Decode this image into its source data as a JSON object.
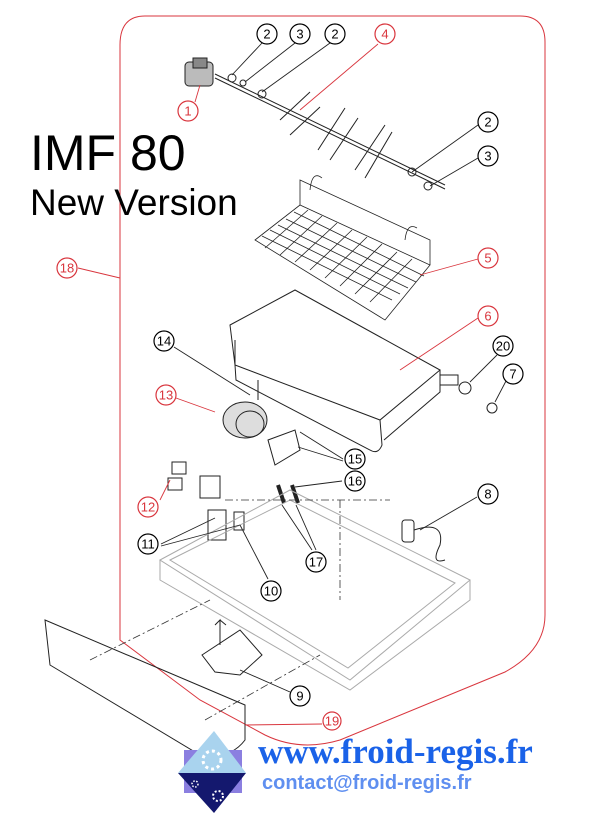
{
  "title": {
    "model": "IMF 80",
    "subtitle": "New Version"
  },
  "footer": {
    "website": "www.froid-regis.fr",
    "email": "contact@froid-regis.fr",
    "logo_icon": "snowflake-house-logo"
  },
  "colors": {
    "assembly_callout": "#d9363e",
    "part_callout": "#000000",
    "website": "#1a62e8",
    "email": "#5f8ff0"
  },
  "callouts": [
    {
      "label": "1",
      "kind": "assembly"
    },
    {
      "label": "2",
      "kind": "part"
    },
    {
      "label": "3",
      "kind": "part"
    },
    {
      "label": "2",
      "kind": "part"
    },
    {
      "label": "4",
      "kind": "assembly"
    },
    {
      "label": "2",
      "kind": "part"
    },
    {
      "label": "3",
      "kind": "part"
    },
    {
      "label": "5",
      "kind": "assembly"
    },
    {
      "label": "6",
      "kind": "assembly"
    },
    {
      "label": "20",
      "kind": "part"
    },
    {
      "label": "7",
      "kind": "part"
    },
    {
      "label": "14",
      "kind": "part"
    },
    {
      "label": "13",
      "kind": "assembly"
    },
    {
      "label": "15",
      "kind": "part"
    },
    {
      "label": "16",
      "kind": "part"
    },
    {
      "label": "8",
      "kind": "part"
    },
    {
      "label": "12",
      "kind": "assembly"
    },
    {
      "label": "11",
      "kind": "part"
    },
    {
      "label": "17",
      "kind": "part"
    },
    {
      "label": "10",
      "kind": "part"
    },
    {
      "label": "9",
      "kind": "part"
    },
    {
      "label": "19",
      "kind": "assembly"
    },
    {
      "label": "18",
      "kind": "assembly"
    }
  ]
}
